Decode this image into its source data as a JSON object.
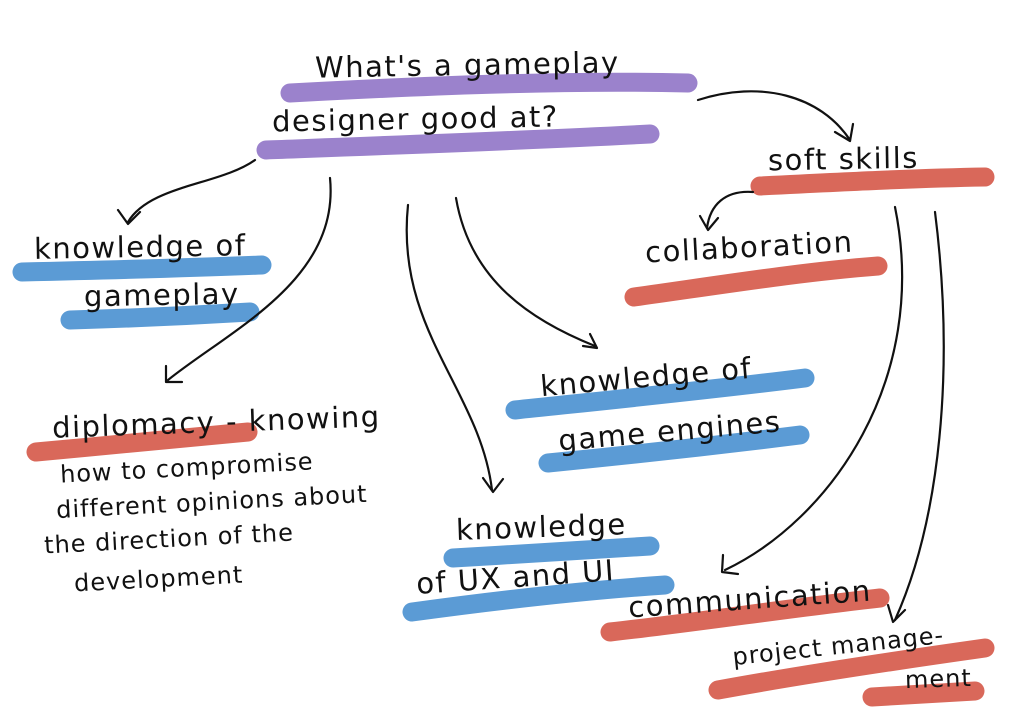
{
  "colors": {
    "purple": "#9b82cc",
    "blue": "#5b9bd5",
    "red": "#d9685a",
    "ink": "#111111",
    "background": "#ffffff"
  },
  "nodes": {
    "root": {
      "line1": "What's a gameplay",
      "line2": "designer good at?"
    },
    "soft_skills": "soft skills",
    "collaboration": "collaboration",
    "knowledge_gameplay": {
      "line1": "knowledge of",
      "line2": "gameplay"
    },
    "knowledge_engines": {
      "line1": "knowledge of",
      "line2": "game engines"
    },
    "diplomacy": {
      "title": "diplomacy - knowing",
      "line2": "how to compromise",
      "line3": "different opinions about",
      "line4": "the direction of the",
      "line5": "development"
    },
    "knowledge_ux": {
      "line1": "knowledge",
      "line2": "of UX and UI"
    },
    "communication": "communication",
    "project_management": {
      "line1": "project manage-",
      "line2": "ment"
    }
  }
}
